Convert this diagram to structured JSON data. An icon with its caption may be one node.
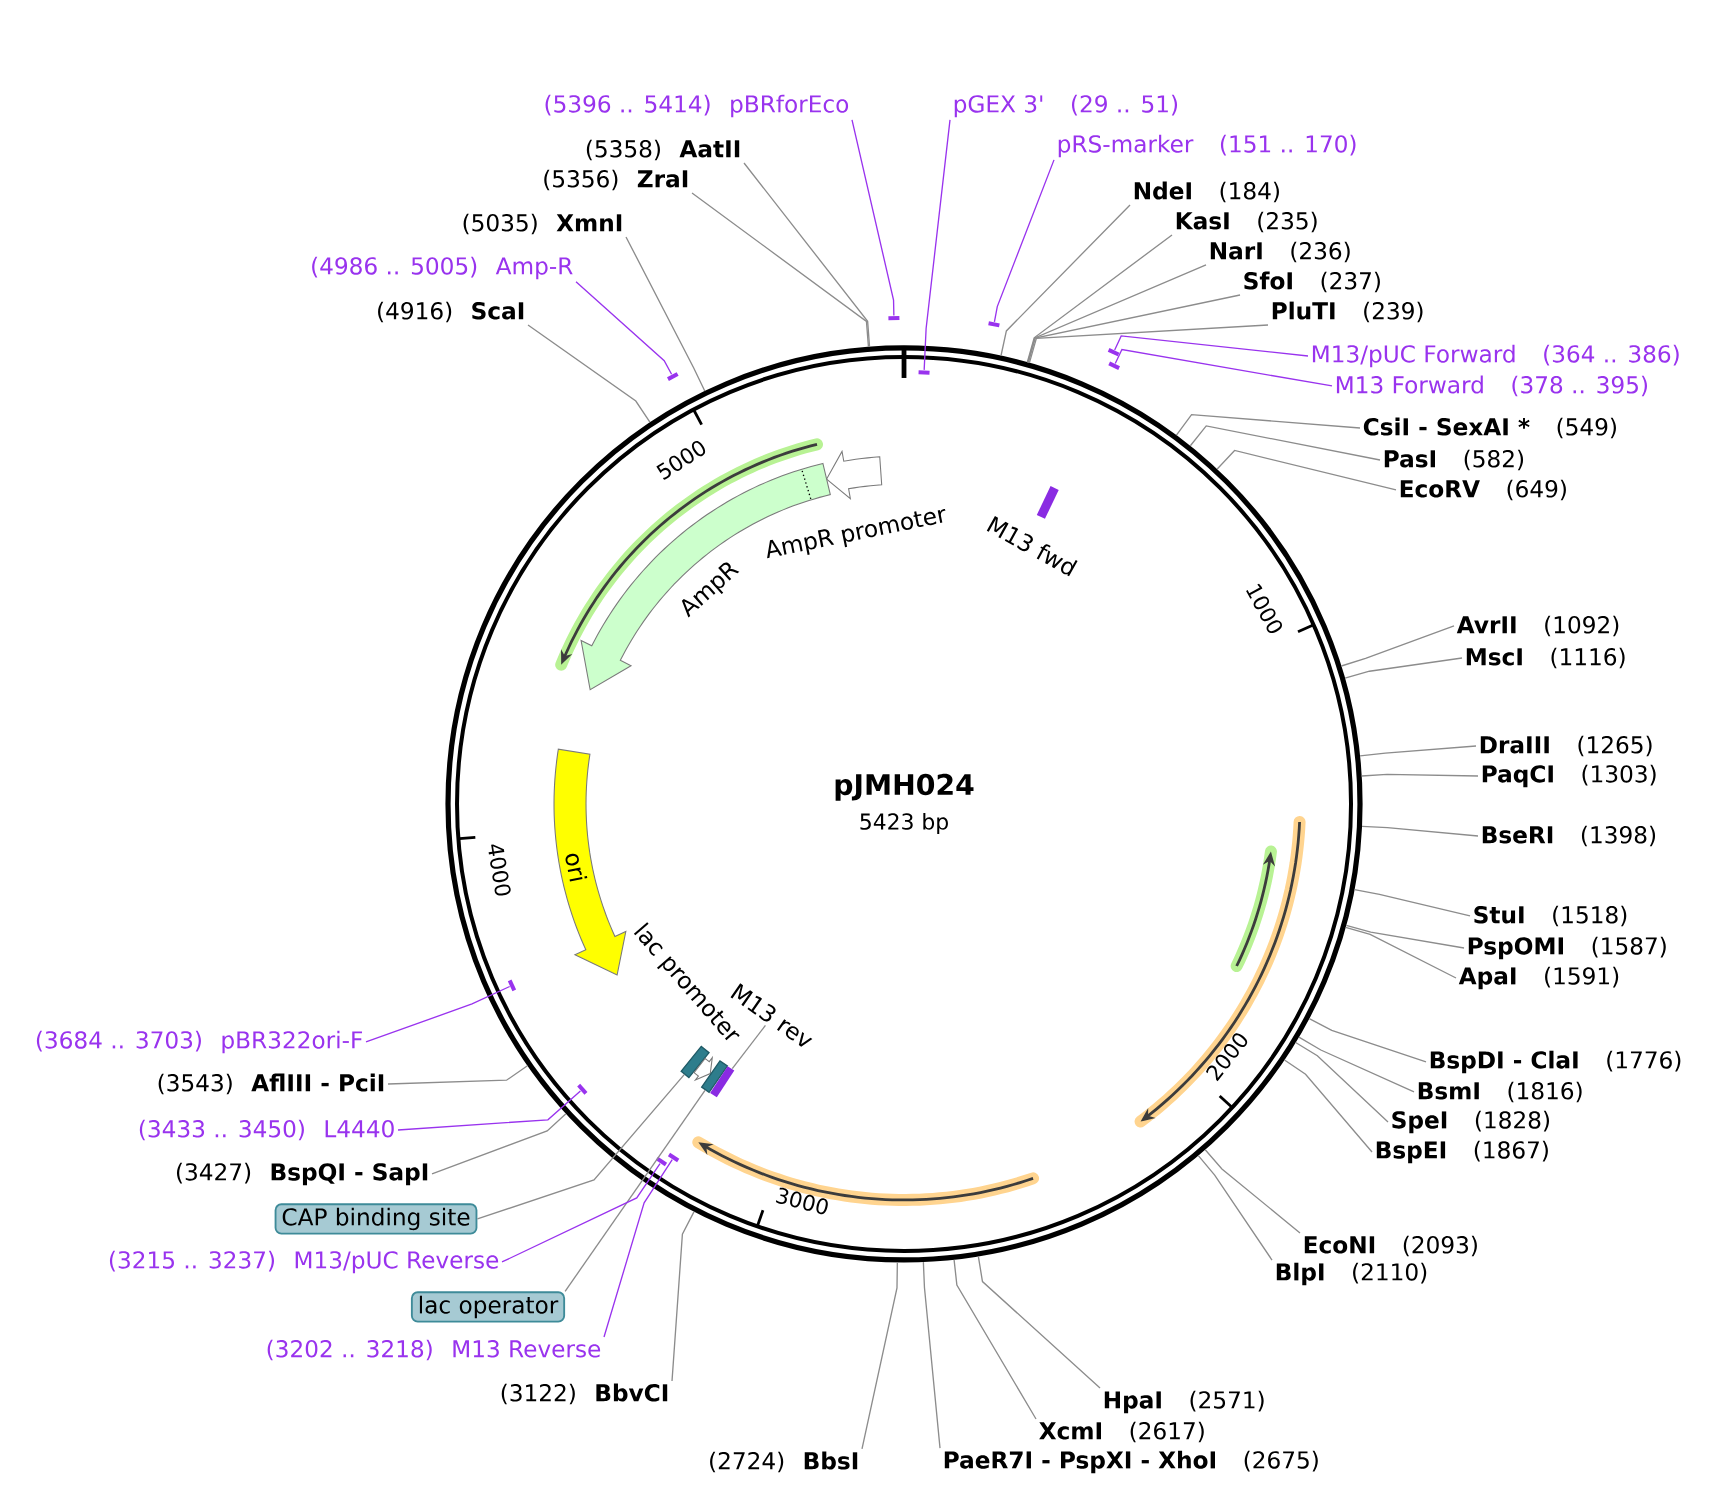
{
  "diagram": {
    "nodes": [
      {
        "text": [
          "pGEX 3'",
          "(29 .. 51)"
        ]
      },
      {
        "text": [
          "pRS-marker",
          "(151 .. 170)"
        ]
      },
      {
        "text": [
          "NdeI",
          "(184)"
        ]
      },
      {
        "text": [
          "KasI",
          "(235)"
        ]
      },
      {
        "text": [
          "NarI",
          "(236)"
        ]
      },
      {
        "text": [
          "SfoI",
          "(237)"
        ]
      },
      {
        "text": [
          "PluTI",
          "(239)"
        ]
      },
      {
        "text": [
          "M13/pUC Forward",
          "(364 .. 386)"
        ]
      },
      {
        "text": [
          "M13 Forward",
          "(378 .. 395)"
        ]
      },
      {
        "text": [
          "CsiI - SexAI *",
          "(549)"
        ]
      },
      {
        "text": [
          "PasI",
          "(582)"
        ]
      },
      {
        "text": [
          "EcoRV",
          "(649)"
        ]
      },
      {
        "text": [
          "AvrII",
          "(1092)"
        ]
      },
      {
        "text": [
          "MscI",
          "(1116)"
        ]
      },
      {
        "text": [
          "DraIII",
          "(1265)"
        ]
      },
      {
        "text": [
          "PaqCI",
          "(1303)"
        ]
      },
      {
        "text": [
          "BseRI",
          "(1398)"
        ]
      },
      {
        "text": [
          "StuI",
          "(1518)"
        ]
      },
      {
        "text": [
          "PspOMI",
          "(1587)"
        ]
      },
      {
        "text": [
          "ApaI",
          "(1591)"
        ]
      },
      {
        "text": [
          "BspDI - ClaI",
          "(1776)"
        ]
      },
      {
        "text": [
          "BsmI",
          "(1816)"
        ]
      },
      {
        "text": [
          "SpeI",
          "(1828)"
        ]
      },
      {
        "text": [
          "BspEI",
          "(1867)"
        ]
      },
      {
        "text": [
          "EcoNI",
          "(2093)"
        ]
      },
      {
        "text": [
          "BlpI",
          "(2110)"
        ]
      },
      {
        "text": [
          "HpaI",
          "(2571)"
        ]
      },
      {
        "text": [
          "XcmI",
          "(2617)"
        ]
      },
      {
        "text": [
          "PaeR7I - PspXI - XhoI",
          "(2675)"
        ]
      },
      {
        "text": [
          "(2724)",
          "BbsI"
        ]
      },
      {
        "text": [
          "(3122)",
          "BbvCI"
        ]
      },
      {
        "text": [
          "(3202 .. 3218)",
          "M13 Reverse"
        ]
      },
      {
        "text": [
          "lac operator"
        ]
      },
      {
        "text": [
          "(3215 .. 3237)",
          "M13/pUC Reverse"
        ]
      },
      {
        "text": [
          "CAP binding site"
        ]
      },
      {
        "text": [
          "(3427)",
          "BspQI - SapI"
        ]
      },
      {
        "text": [
          "(3433 .. 3450)",
          "L4440"
        ]
      },
      {
        "text": [
          "(3543)",
          "AflIII - PciI"
        ]
      },
      {
        "text": [
          "(3684 .. 3703)",
          "pBR322ori-F"
        ]
      },
      {
        "text": [
          "(4916)",
          "ScaI"
        ]
      },
      {
        "text": [
          "(4986 .. 5005)",
          "Amp-R"
        ]
      },
      {
        "text": [
          "(5035)",
          "XmnI"
        ]
      },
      {
        "text": [
          "(5356)",
          "ZraI"
        ]
      },
      {
        "text": [
          "(5358)",
          "AatII"
        ]
      },
      {
        "text": [
          "(5396 .. 5414)",
          "pBRforEco"
        ]
      },
      {
        "text": [
          "pJMH024",
          "5423 bp"
        ]
      },
      {
        "text": [],
        "shape": "arrow",
        "in": 45,
        "beside": [
          "AmpR promoter"
        ]
      },
      {
        "text": [],
        "shape": "arrow",
        "in": 45,
        "beside": [
          "AmpR"
        ]
      },
      {
        "text": [],
        "shape": "bar",
        "in": 45,
        "beside": [
          "M13 fwd"
        ]
      },
      {
        "text": [
          "ori"
        ],
        "in": 45
      },
      {
        "text": [],
        "shape": "box",
        "in": 45
      },
      {
        "text": [],
        "shape": "arrow",
        "in": 45
      },
      {
        "text": [],
        "shape": "box",
        "in": 45
      },
      {
        "text": [],
        "shape": "bar",
        "in": 45
      },
      {
        "text": [
          "M13 rev"
        ],
        "in": 45
      },
      {
        "text": [],
        "shape": "bar",
        "in": 45
      },
      {
        "text": [],
        "shape": "bar"
      },
      {
        "text": [],
        "shape": "bar"
      },
      {
        "text": [],
        "shape": "bar"
      },
      {
        "text": [],
        "shape": "bar",
        "in": 45
      },
      {
        "text": [],
        "shape": "bar",
        "in": 45
      },
      {
        "text": [],
        "shape": "bar",
        "in": 45
      },
      {
        "text": [],
        "shape": "bar",
        "in": 45
      },
      {
        "text": [],
        "shape": "bar"
      },
      {
        "text": [],
        "shape": "bar"
      }
    ],
    "edges": [
      {
        "from": 0,
        "to": 55,
        "arrow": "none",
        "color": "#9933ee"
      },
      {
        "from": 1,
        "to": 56,
        "arrow": "none",
        "color": "#9933ee"
      },
      {
        "from": 2,
        "to": 45,
        "arrow": "none"
      },
      {
        "from": 3,
        "to": 45,
        "arrow": "none"
      },
      {
        "from": 4,
        "to": 45,
        "arrow": "none"
      },
      {
        "from": 5,
        "to": 45,
        "arrow": "none"
      },
      {
        "from": 6,
        "to": 45,
        "arrow": "none"
      },
      {
        "from": 7,
        "to": 57,
        "arrow": "none",
        "color": "#9933ee"
      },
      {
        "from": 8,
        "to": 58,
        "arrow": "none",
        "color": "#9933ee"
      },
      {
        "from": 9,
        "to": 45,
        "arrow": "none"
      },
      {
        "from": 10,
        "to": 45,
        "arrow": "none"
      },
      {
        "from": 11,
        "to": 45,
        "arrow": "none"
      },
      {
        "from": 12,
        "to": 45,
        "arrow": "none"
      },
      {
        "from": 13,
        "to": 45,
        "arrow": "none"
      },
      {
        "from": 14,
        "to": 45,
        "arrow": "none"
      },
      {
        "from": 15,
        "to": 45,
        "arrow": "none"
      },
      {
        "from": 16,
        "to": 45,
        "arrow": "none"
      },
      {
        "from": 17,
        "to": 45,
        "arrow": "none"
      },
      {
        "from": 18,
        "to": 45,
        "arrow": "none"
      },
      {
        "from": 19,
        "to": 45,
        "arrow": "none"
      },
      {
        "from": 20,
        "to": 45,
        "arrow": "none"
      },
      {
        "from": 21,
        "to": 45,
        "arrow": "none"
      },
      {
        "from": 22,
        "to": 45,
        "arrow": "none"
      },
      {
        "from": 23,
        "to": 45,
        "arrow": "none"
      },
      {
        "from": 24,
        "to": 45,
        "arrow": "none"
      },
      {
        "from": 25,
        "to": 45,
        "arrow": "none"
      },
      {
        "from": 26,
        "to": 45,
        "arrow": "none"
      },
      {
        "from": 27,
        "to": 45,
        "arrow": "none"
      },
      {
        "from": 28,
        "to": 45,
        "arrow": "none"
      },
      {
        "from": 29,
        "to": 45,
        "arrow": "none"
      },
      {
        "from": 30,
        "to": 45,
        "arrow": "none"
      },
      {
        "from": 31,
        "to": 59,
        "arrow": "none",
        "color": "#9933ee"
      },
      {
        "from": 32,
        "to": 52,
        "arrow": "none"
      },
      {
        "from": 33,
        "to": 60,
        "arrow": "none",
        "color": "#9933ee"
      },
      {
        "from": 34,
        "to": 50,
        "arrow": "none"
      },
      {
        "from": 35,
        "to": 45,
        "arrow": "none"
      },
      {
        "from": 36,
        "to": 61,
        "arrow": "none",
        "color": "#9933ee"
      },
      {
        "from": 37,
        "to": 45,
        "arrow": "none"
      },
      {
        "from": 38,
        "to": 62,
        "arrow": "none",
        "color": "#9933ee"
      },
      {
        "from": 39,
        "to": 45,
        "arrow": "none"
      },
      {
        "from": 40,
        "to": 63,
        "arrow": "none",
        "color": "#9933ee"
      },
      {
        "from": 41,
        "to": 45,
        "arrow": "none"
      },
      {
        "from": 42,
        "to": 45,
        "arrow": "none"
      },
      {
        "from": 43,
        "to": 45,
        "arrow": "none"
      },
      {
        "from": 44,
        "to": 64,
        "arrow": "none",
        "color": "#9933ee"
      },
      {
        "from": 54,
        "to": 53,
        "arrow": "none"
      }
    ],
    "labels": [
      "5000",
      "1000",
      "4000",
      "lac promoter",
      "2000",
      "3000"
    ]
  }
}
